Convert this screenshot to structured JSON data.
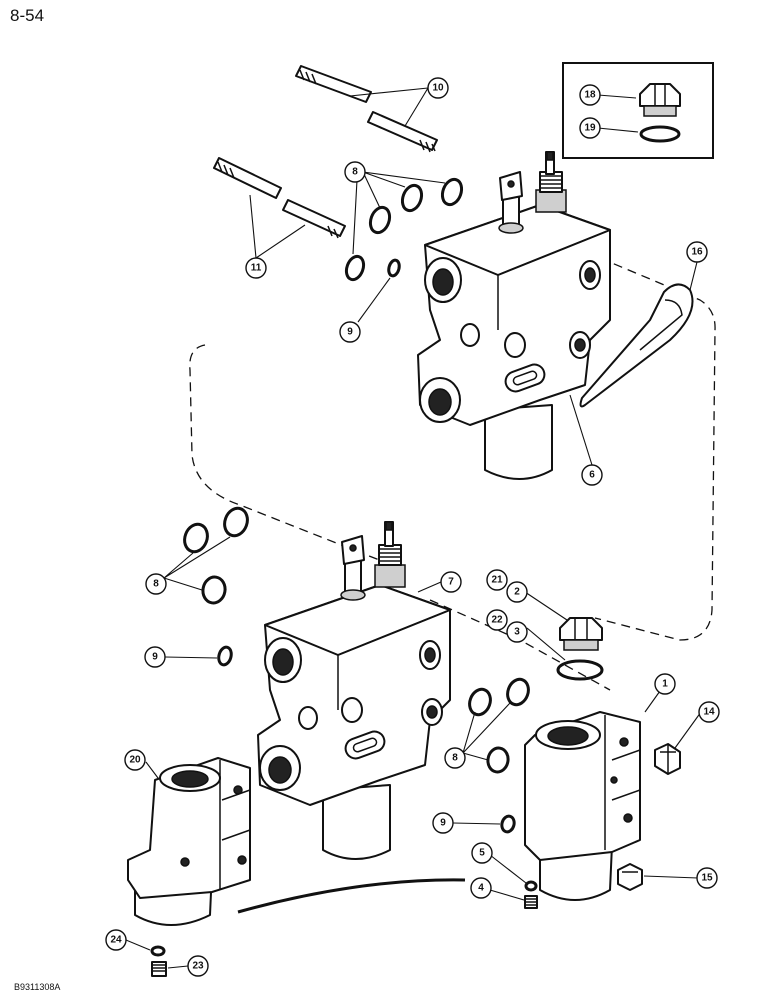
{
  "page_number": "8-54",
  "figure_code": "B9311308A",
  "callouts": [
    {
      "id": "c10",
      "label": "10"
    },
    {
      "id": "c18",
      "label": "18"
    },
    {
      "id": "c19",
      "label": "19"
    },
    {
      "id": "c8a",
      "label": "8"
    },
    {
      "id": "c11",
      "label": "11"
    },
    {
      "id": "c9a",
      "label": "9"
    },
    {
      "id": "c16",
      "label": "16"
    },
    {
      "id": "c6",
      "label": "6"
    },
    {
      "id": "c8b",
      "label": "8"
    },
    {
      "id": "c7",
      "label": "7"
    },
    {
      "id": "c21",
      "label": "21"
    },
    {
      "id": "c2",
      "label": "2"
    },
    {
      "id": "c22",
      "label": "22"
    },
    {
      "id": "c3",
      "label": "3"
    },
    {
      "id": "c9b",
      "label": "9"
    },
    {
      "id": "c1",
      "label": "1"
    },
    {
      "id": "c14",
      "label": "14"
    },
    {
      "id": "c8c",
      "label": "8"
    },
    {
      "id": "c20",
      "label": "20"
    },
    {
      "id": "c9c",
      "label": "9"
    },
    {
      "id": "c5",
      "label": "5"
    },
    {
      "id": "c15",
      "label": "15"
    },
    {
      "id": "c4",
      "label": "4"
    },
    {
      "id": "c24",
      "label": "24"
    },
    {
      "id": "c23",
      "label": "23"
    }
  ]
}
